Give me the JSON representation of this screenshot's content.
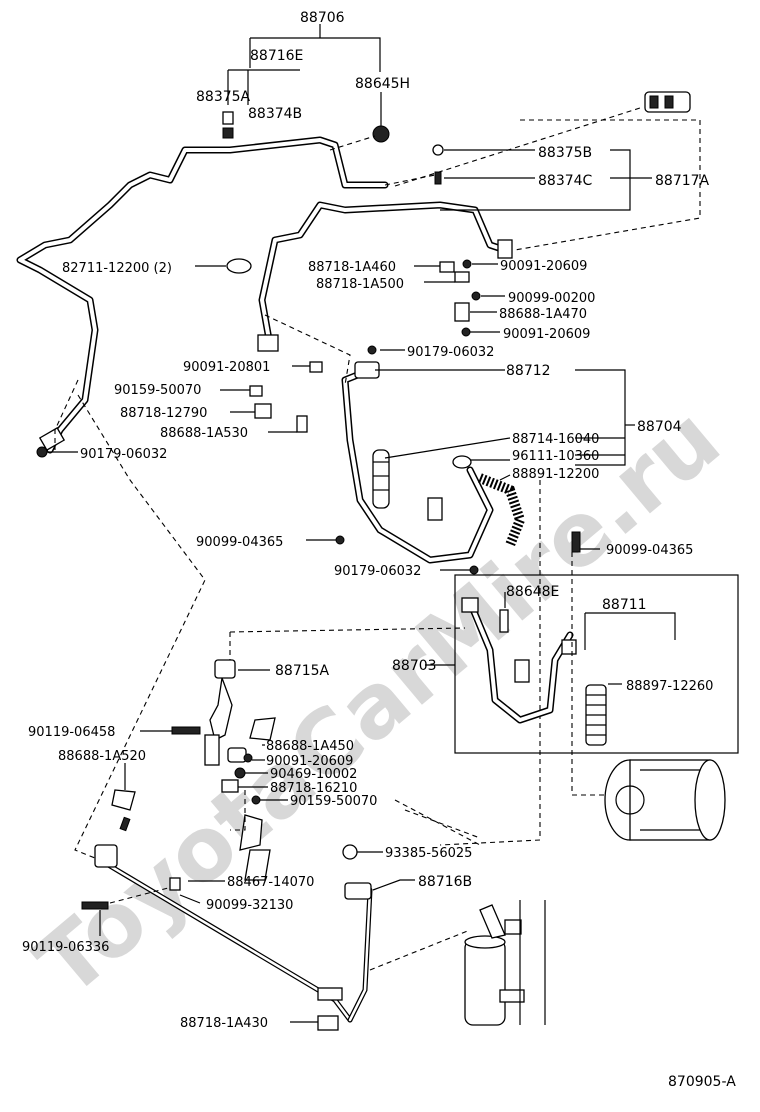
{
  "diagram_id": "870905-A",
  "watermark": "ToyotaCarMire.ru",
  "labels": {
    "p88706": "88706",
    "p88716E": "88716E",
    "p88375A": "88375A",
    "p88374B": "88374B",
    "p88645H": "88645H",
    "p88375B": "88375B",
    "p88374C": "88374C",
    "p88717A": "88717A",
    "p82711": "82711-12200 (2)",
    "p88718_1A460": "88718-1A460",
    "p90091_20609a": "90091-20609",
    "p88718_1A500": "88718-1A500",
    "p90099_00200": "90099-00200",
    "p88688_1A470": "88688-1A470",
    "p90091_20609b": "90091-20609",
    "p90091_20801": "90091-20801",
    "p90179_06032a": "90179-06032",
    "p88712": "88712",
    "p90159_50070a": "90159-50070",
    "p88718_12790": "88718-12790",
    "p88688_1A530": "88688-1A530",
    "p88714": "88714-16040",
    "p88704": "88704",
    "p90179_06032b": "90179-06032",
    "p96111": "96111-10360",
    "p88891": "88891-12200",
    "p90099_04365a": "90099-04365",
    "p90099_04365b": "90099-04365",
    "p90179_06032c": "90179-06032",
    "p88648E": "88648E",
    "p88711": "88711",
    "p88703": "88703",
    "p88715A": "88715A",
    "p88897": "88897-12260",
    "p90119_06458": "90119-06458",
    "p88688_1A450": "88688-1A450",
    "p88688_1A520": "88688-1A520",
    "p90091_20609c": "90091-20609",
    "p90469": "90469-10002",
    "p88718_16210": "88718-16210",
    "p90159_50070b": "90159-50070",
    "p93385": "93385-56025",
    "p88716B": "88716B",
    "p88467": "88467-14070",
    "p90099_32130": "90099-32130",
    "p90119_06336": "90119-06336",
    "p88718_1A430": "88718-1A430"
  }
}
